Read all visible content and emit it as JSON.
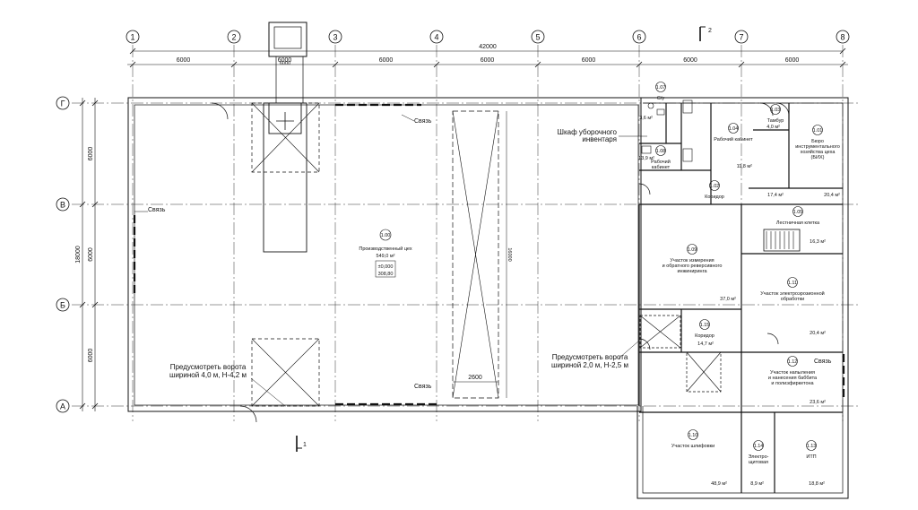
{
  "axes": {
    "columns": [
      "1",
      "2",
      "3",
      "4",
      "5",
      "6",
      "7",
      "8"
    ],
    "rows": [
      "Г",
      "В",
      "Б",
      "А"
    ]
  },
  "dimensions": {
    "overall_width": "42000",
    "bays": [
      "6000",
      "6000",
      "6000",
      "6000",
      "6000",
      "6000",
      "6000"
    ],
    "crane_bay": "6000",
    "left_spans": [
      "6000",
      "6000",
      "6000"
    ],
    "left_total": "18000",
    "hall_span": "16000",
    "opening_width": "2600"
  },
  "section_marks": {
    "top": "2",
    "bottom": "1"
  },
  "notes": {
    "svyaz": "Связь",
    "cabinet_line1": "Шкаф уборочного",
    "cabinet_line2": "инвентаря",
    "gate_big_line1": "Предусмотреть ворота",
    "gate_big_line2": "шириной 4,0 м, Н-4,2 м",
    "gate_small_line1": "Предусмотреть ворота",
    "gate_small_line2": "шириной 2,0 м, Н-2,5 м"
  },
  "main_hall": {
    "number": "1.00",
    "name": "Производственный цех",
    "area": "549,0 м²",
    "level": "±0,000",
    "elevation": "308,80"
  },
  "rooms": [
    {
      "id": "r101",
      "number": "1.01",
      "name": [
        "Бюро",
        "инструментального",
        "хозяйства цеха",
        "(БИХ)"
      ],
      "area": "20,4 м²"
    },
    {
      "id": "r103",
      "number": "1.03",
      "name": [
        "Тамбур"
      ],
      "area": "4,0 м²"
    },
    {
      "id": "r104",
      "number": "1.04",
      "name": [
        "Рабочий кабинет"
      ],
      "area": "11,8 м²"
    },
    {
      "id": "r102",
      "number": "1.02",
      "name": [
        "Коридор"
      ],
      "area": "17,4 м²"
    },
    {
      "id": "r107",
      "number": "1.07",
      "name": [
        "С/у"
      ],
      "area": "3,6 м²"
    },
    {
      "id": "r108",
      "number": "1.08",
      "name": [
        "Рабочий",
        "кабинет"
      ],
      "area": "13,9 м²"
    },
    {
      "id": "r105",
      "number": "1.05",
      "name": [
        "Лестничная клетка"
      ],
      "area": "16,3 м²"
    },
    {
      "id": "r109",
      "number": "1.09",
      "name": [
        "Участок измерения",
        "и обратного реверсивного",
        "инжиниринга"
      ],
      "area": "37,0 м²"
    },
    {
      "id": "r111",
      "number": "1.11",
      "name": [
        "Участок электроэрозионной",
        "обработки"
      ],
      "area": "20,4 м²"
    },
    {
      "id": "r115",
      "number": "1.15",
      "name": [
        "Коридор"
      ],
      "area": "14,7 м²"
    },
    {
      "id": "r112",
      "number": "1.12",
      "name": [
        "Участок напыления",
        "и нанесения баббита",
        "и полиэфиркетона"
      ],
      "area": "23,6 м²"
    },
    {
      "id": "r110",
      "number": "1.10",
      "name": [
        "Участок шлифовки"
      ],
      "area": "48,9 м²"
    },
    {
      "id": "r114",
      "number": "1.14",
      "name": [
        "Электро-",
        "щитовая"
      ],
      "area": "8,9 м²"
    },
    {
      "id": "r113",
      "number": "1.13",
      "name": [
        "ИТП"
      ],
      "area": "18,8 м²"
    }
  ]
}
